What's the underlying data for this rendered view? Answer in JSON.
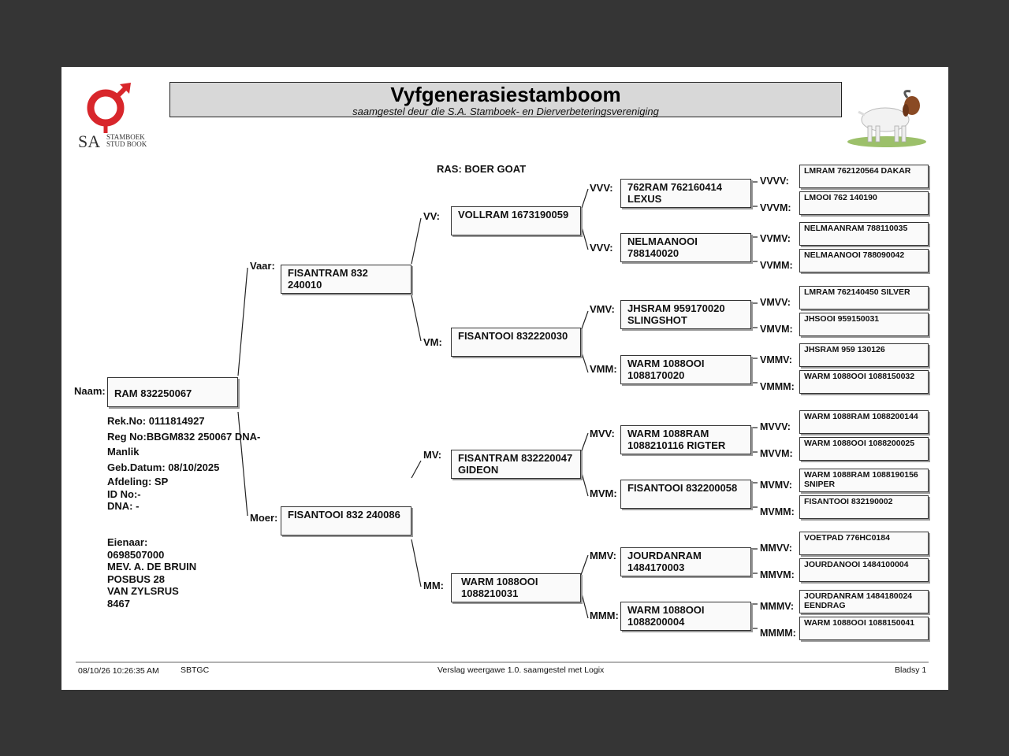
{
  "header": {
    "title": "Vyfgenerasiestamboom",
    "subtitle": "saamgestel deur die S.A. Stamboek- en Dierverbeteringsvereniging",
    "logo_line1": "STAMBOEK",
    "logo_line2": "STUD BOOK",
    "logo_sa": "SA"
  },
  "breed": "RAS: BOER GOAT",
  "animal": {
    "naam_label": "Naam:",
    "name": "RAM 832250067",
    "rek_no": "Rek.No: 0111814927",
    "reg_no": "Reg No:BBGM832 250067 DNA-",
    "sex": "Manlik",
    "birth_date": "Geb.Datum: 08/10/2025",
    "afdeling": "Afdeling: SP",
    "id_no": "ID No:-",
    "dna": "DNA: -"
  },
  "owner": {
    "label": "Eienaar:",
    "phone": "0698507000",
    "name": "MEV. A. DE BRUIN",
    "address1": "POSBUS 28",
    "address2": "VAN ZYLSRUS",
    "code": "8467"
  },
  "pedigree": {
    "vaar": {
      "label": "Vaar:",
      "l1": "FISANTRAM 832",
      "l2": "240010"
    },
    "moer": {
      "label": "Moer:",
      "l1": "FISANTOOI 832 240086",
      "l2": ""
    },
    "vv": {
      "label": "VV:",
      "l1": "VOLLRAM 1673190059",
      "l2": ""
    },
    "vm": {
      "label": "VM:",
      "l1": "FISANTOOI 832220030",
      "l2": ""
    },
    "mv": {
      "label": "MV:",
      "l1": "FISANTRAM 832220047",
      "l2": "GIDEON"
    },
    "mm": {
      "label": "MM:",
      "l1": "WARM 1088OOI",
      "l2": "1088210031"
    },
    "vvv": {
      "label": "VVV:",
      "l1": "762RAM 762160414",
      "l2": "LEXUS"
    },
    "vvm": {
      "label": "VVV:",
      "l1": "NELMAANOOI",
      "l2": "788140020"
    },
    "vmv": {
      "label": "VMV:",
      "l1": "JHSRAM 959170020",
      "l2": "SLINGSHOT"
    },
    "vmm": {
      "label": "VMM:",
      "l1": "WARM 1088OOI",
      "l2": "1088170020"
    },
    "mvv": {
      "label": "MVV:",
      "l1": "WARM 1088RAM",
      "l2": "1088210116 RIGTER"
    },
    "mvm": {
      "label": "MVM:",
      "l1": "FISANTOOI 832200058",
      "l2": ""
    },
    "mmv": {
      "label": "MMV:",
      "l1": "JOURDANRAM",
      "l2": "1484170003"
    },
    "mmm": {
      "label": "MMM:",
      "l1": "WARM 1088OOI",
      "l2": "1088200004"
    },
    "gen4": [
      {
        "label": "VVVV:",
        "l1": "LMRAM 762120564  DAKAR",
        "l2": ""
      },
      {
        "label": "VVVM:",
        "l1": "LMOOI 762 140190",
        "l2": ""
      },
      {
        "label": "VVMV:",
        "l1": "NELMAANRAM 788110035",
        "l2": ""
      },
      {
        "label": "VVMM:",
        "l1": "NELMAANOOI 788090042",
        "l2": ""
      },
      {
        "label": "VMVV:",
        "l1": "LMRAM 762140450 SILVER",
        "l2": ""
      },
      {
        "label": "VMVM:",
        "l1": "JHSOOI 959150031",
        "l2": ""
      },
      {
        "label": "VMMV:",
        "l1": "JHSRAM 959 130126",
        "l2": ""
      },
      {
        "label": "VMMM:",
        "l1": "WARM 1088OOI 1088150032",
        "l2": ""
      },
      {
        "label": "MVVV:",
        "l1": "WARM 1088RAM 1088200144",
        "l2": ""
      },
      {
        "label": "MVVM:",
        "l1": "WARM 1088OOI 1088200025",
        "l2": ""
      },
      {
        "label": "MVMV:",
        "l1": "WARM 1088RAM 1088190156",
        "l2": "SNIPER"
      },
      {
        "label": "MVMM:",
        "l1": "FISANTOOI 832190002",
        "l2": ""
      },
      {
        "label": "MMVV:",
        "l1": "VOETPAD 776HC0184",
        "l2": ""
      },
      {
        "label": "MMVM:",
        "l1": "JOURDANOOI 1484100004",
        "l2": ""
      },
      {
        "label": "MMMV:",
        "l1": "JOURDANRAM 1484180024",
        "l2": "EENDRAG"
      },
      {
        "label": "MMMM:",
        "l1": "WARM 1088OOI 1088150041",
        "l2": ""
      }
    ]
  },
  "footer": {
    "datetime": "08/10/26 10:26:35 AM",
    "code": "SBTGC",
    "report": "Verslag weergawe 1.0. saamgestel met Logix",
    "page": "Bladsy 1"
  }
}
